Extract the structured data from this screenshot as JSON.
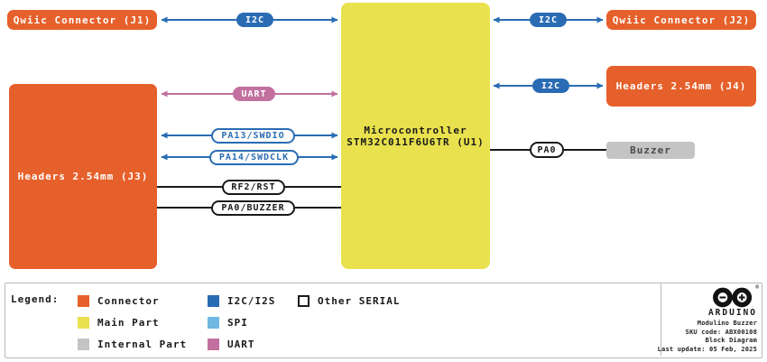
{
  "colors": {
    "connector": "#E6602B",
    "main_part": "#E9E14D",
    "internal_part": "#C4C4C4",
    "i2c": "#2A6CB4",
    "spi": "#6FB8E2",
    "uart": "#C2709F",
    "black_line": "#1A1A1A",
    "buzzer_text": "#4A4A4A",
    "legend_border": "#B9B9B9"
  },
  "blocks": {
    "j1": {
      "label": "Qwiic Connector (J1)"
    },
    "j2": {
      "label": "Qwiic Connector (J2)"
    },
    "j4": {
      "label": "Headers 2.54mm (J4)"
    },
    "j3": {
      "label": "Headers 2.54mm (J3)"
    },
    "mcu": {
      "line1": "Microcontroller",
      "line2": "STM32C011F6U6TR (U1)"
    },
    "buzzer": {
      "label": "Buzzer"
    }
  },
  "connections": {
    "i2c_j1": "I2C",
    "i2c_j2": "I2C",
    "i2c_j4": "I2C",
    "uart": "UART",
    "pa13": "PA13/SWDIO",
    "pa14": "PA14/SWDCLK",
    "rst": "RF2/RST",
    "pa0_buzzer": "PA0/BUZZER",
    "pa0": "PA0"
  },
  "legend": {
    "title": "Legend:",
    "items": [
      {
        "label": "Connector",
        "swatch": "connector"
      },
      {
        "label": "Main Part",
        "swatch": "main_part"
      },
      {
        "label": "Internal Part",
        "swatch": "internal_part"
      },
      {
        "label": "I2C/I2S",
        "swatch": "i2c"
      },
      {
        "label": "SPI",
        "swatch": "spi"
      },
      {
        "label": "UART",
        "swatch": "uart"
      },
      {
        "label": "Other SERIAL",
        "swatch": "other_serial"
      }
    ]
  },
  "footer": {
    "brand": "ARDUINO",
    "trademark": "®",
    "product": "Modulino Buzzer",
    "sku": "SKU code: ABX00108",
    "doc_type": "Block Diagram",
    "last_update": "Last update: 05 Feb, 2025"
  }
}
